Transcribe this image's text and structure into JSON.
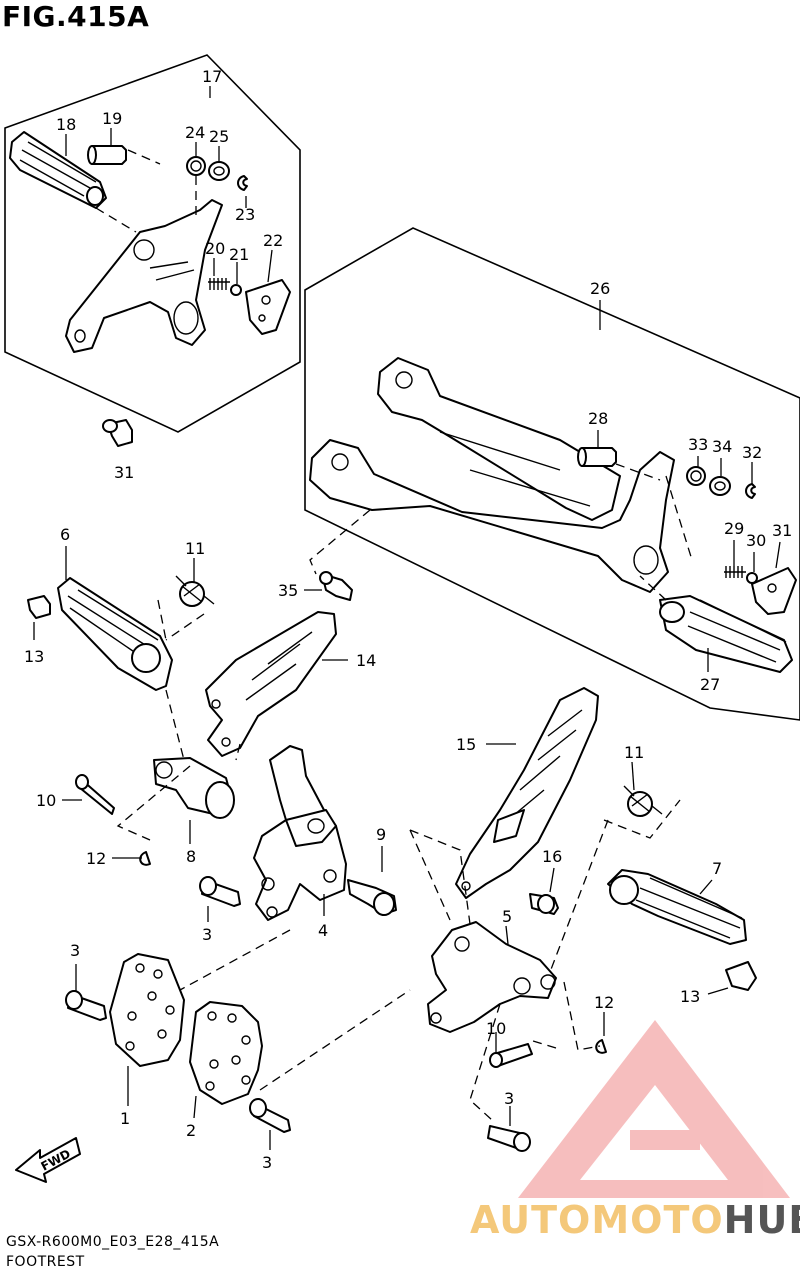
{
  "figure": {
    "title": "FIG.415A",
    "model_code": "GSX-R600M0_E03_E28_415A",
    "section_name": "FOOTREST"
  },
  "watermark": {
    "text_part1": "AUTOMOTO",
    "text_part2": "HUB",
    "color_primary": "#f4c87a",
    "color_secondary": "#555555",
    "logo_color": "#f08a8a"
  },
  "direction_indicator": {
    "label": "FWD"
  },
  "part_numbers": [
    "17",
    "18",
    "19",
    "24",
    "25",
    "23",
    "20",
    "21",
    "22",
    "31",
    "26",
    "28",
    "33",
    "34",
    "32",
    "29",
    "30",
    "31",
    "27",
    "6",
    "11",
    "13",
    "35",
    "14",
    "10",
    "8",
    "12",
    "3",
    "4",
    "9",
    "15",
    "16",
    "5",
    "11",
    "7",
    "13",
    "10",
    "12",
    "3",
    "1",
    "2",
    "3",
    "3"
  ]
}
